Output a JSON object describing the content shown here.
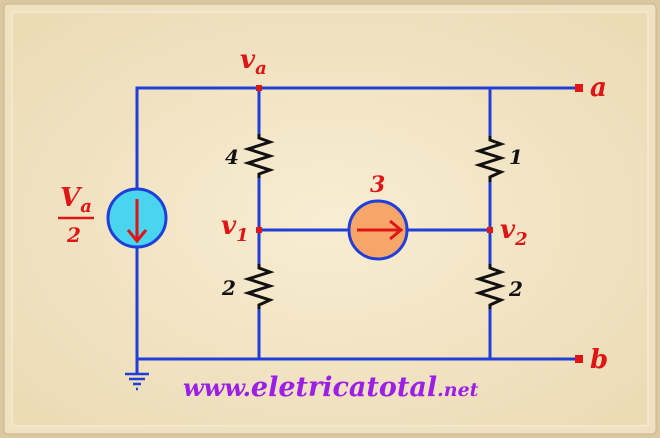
{
  "colors": {
    "frame_outer": "#e6d4ae",
    "frame_inner": "#f6eacb",
    "wire": "#1f3fd8",
    "node": "#e01515",
    "label": "#e01515",
    "value": "#111111",
    "voltage_source_fill": "#49d4ef",
    "current_source_fill": "#f7a66a",
    "website": "#9b1fe8"
  },
  "labels": {
    "node_va_main": "v",
    "node_va_sub": "a",
    "node_v1_main": "v",
    "node_v1_sub": "1",
    "node_v2_main": "v",
    "node_v2_sub": "2",
    "terminal_a": "a",
    "terminal_b": "b",
    "source_num_main": "V",
    "source_num_sub": "a",
    "source_den": "2",
    "current_source_value": "3"
  },
  "resistors": {
    "r_top_left": "4",
    "r_bottom_left": "2",
    "r_top_right": "1",
    "r_bottom_right": "2"
  },
  "footer": {
    "website_prefix": "www.",
    "website_main": "eletricatotal",
    "website_suffix": ".net"
  },
  "icons": {
    "ground": "ground-icon",
    "dependent_source": "current-source-icon",
    "current_source": "current-source-icon"
  }
}
